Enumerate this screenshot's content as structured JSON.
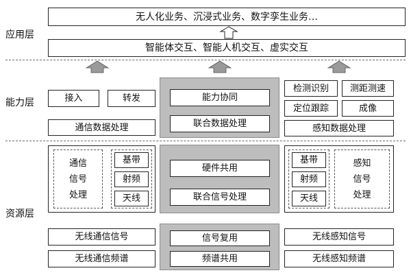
{
  "layers": {
    "application": "应用层",
    "capability": "能力层",
    "resource": "资源层"
  },
  "application": {
    "services": "无人化业务、沉浸式业务、数字孪生业务…",
    "interaction": "智能体交互、智能人机交互、虚实交互"
  },
  "capability": {
    "left": {
      "access": "接入",
      "forward": "转发",
      "processing": "通信数据处理"
    },
    "middle": {
      "collab": "能力协同",
      "joint": "联合数据处理"
    },
    "right": {
      "detect": "检测识别",
      "ranging": "测距测速",
      "locate": "定位跟踪",
      "imaging": "成像",
      "processing": "感知数据处理"
    }
  },
  "resource": {
    "left": {
      "comm_signal_proc": "通信\n信号\n处理",
      "baseband": "基带",
      "rf": "射频",
      "antenna": "天线",
      "wireless_signal": "无线通信信号",
      "wireless_spectrum": "无线通信频谱"
    },
    "middle": {
      "hw_share": "硬件共用",
      "joint_signal": "联合信号处理",
      "signal_reuse": "信号复用",
      "spectrum_share": "频谱共用"
    },
    "right": {
      "baseband": "基带",
      "rf": "射频",
      "antenna": "天线",
      "sense_signal_proc": "感知\n信号\n处理",
      "wireless_signal": "无线感知信号",
      "wireless_spectrum": "无线感知频谱"
    }
  },
  "colors": {
    "arrow_fill": "#9a9a9a",
    "block_gray": "#bdbdbd",
    "line": "#222222"
  }
}
